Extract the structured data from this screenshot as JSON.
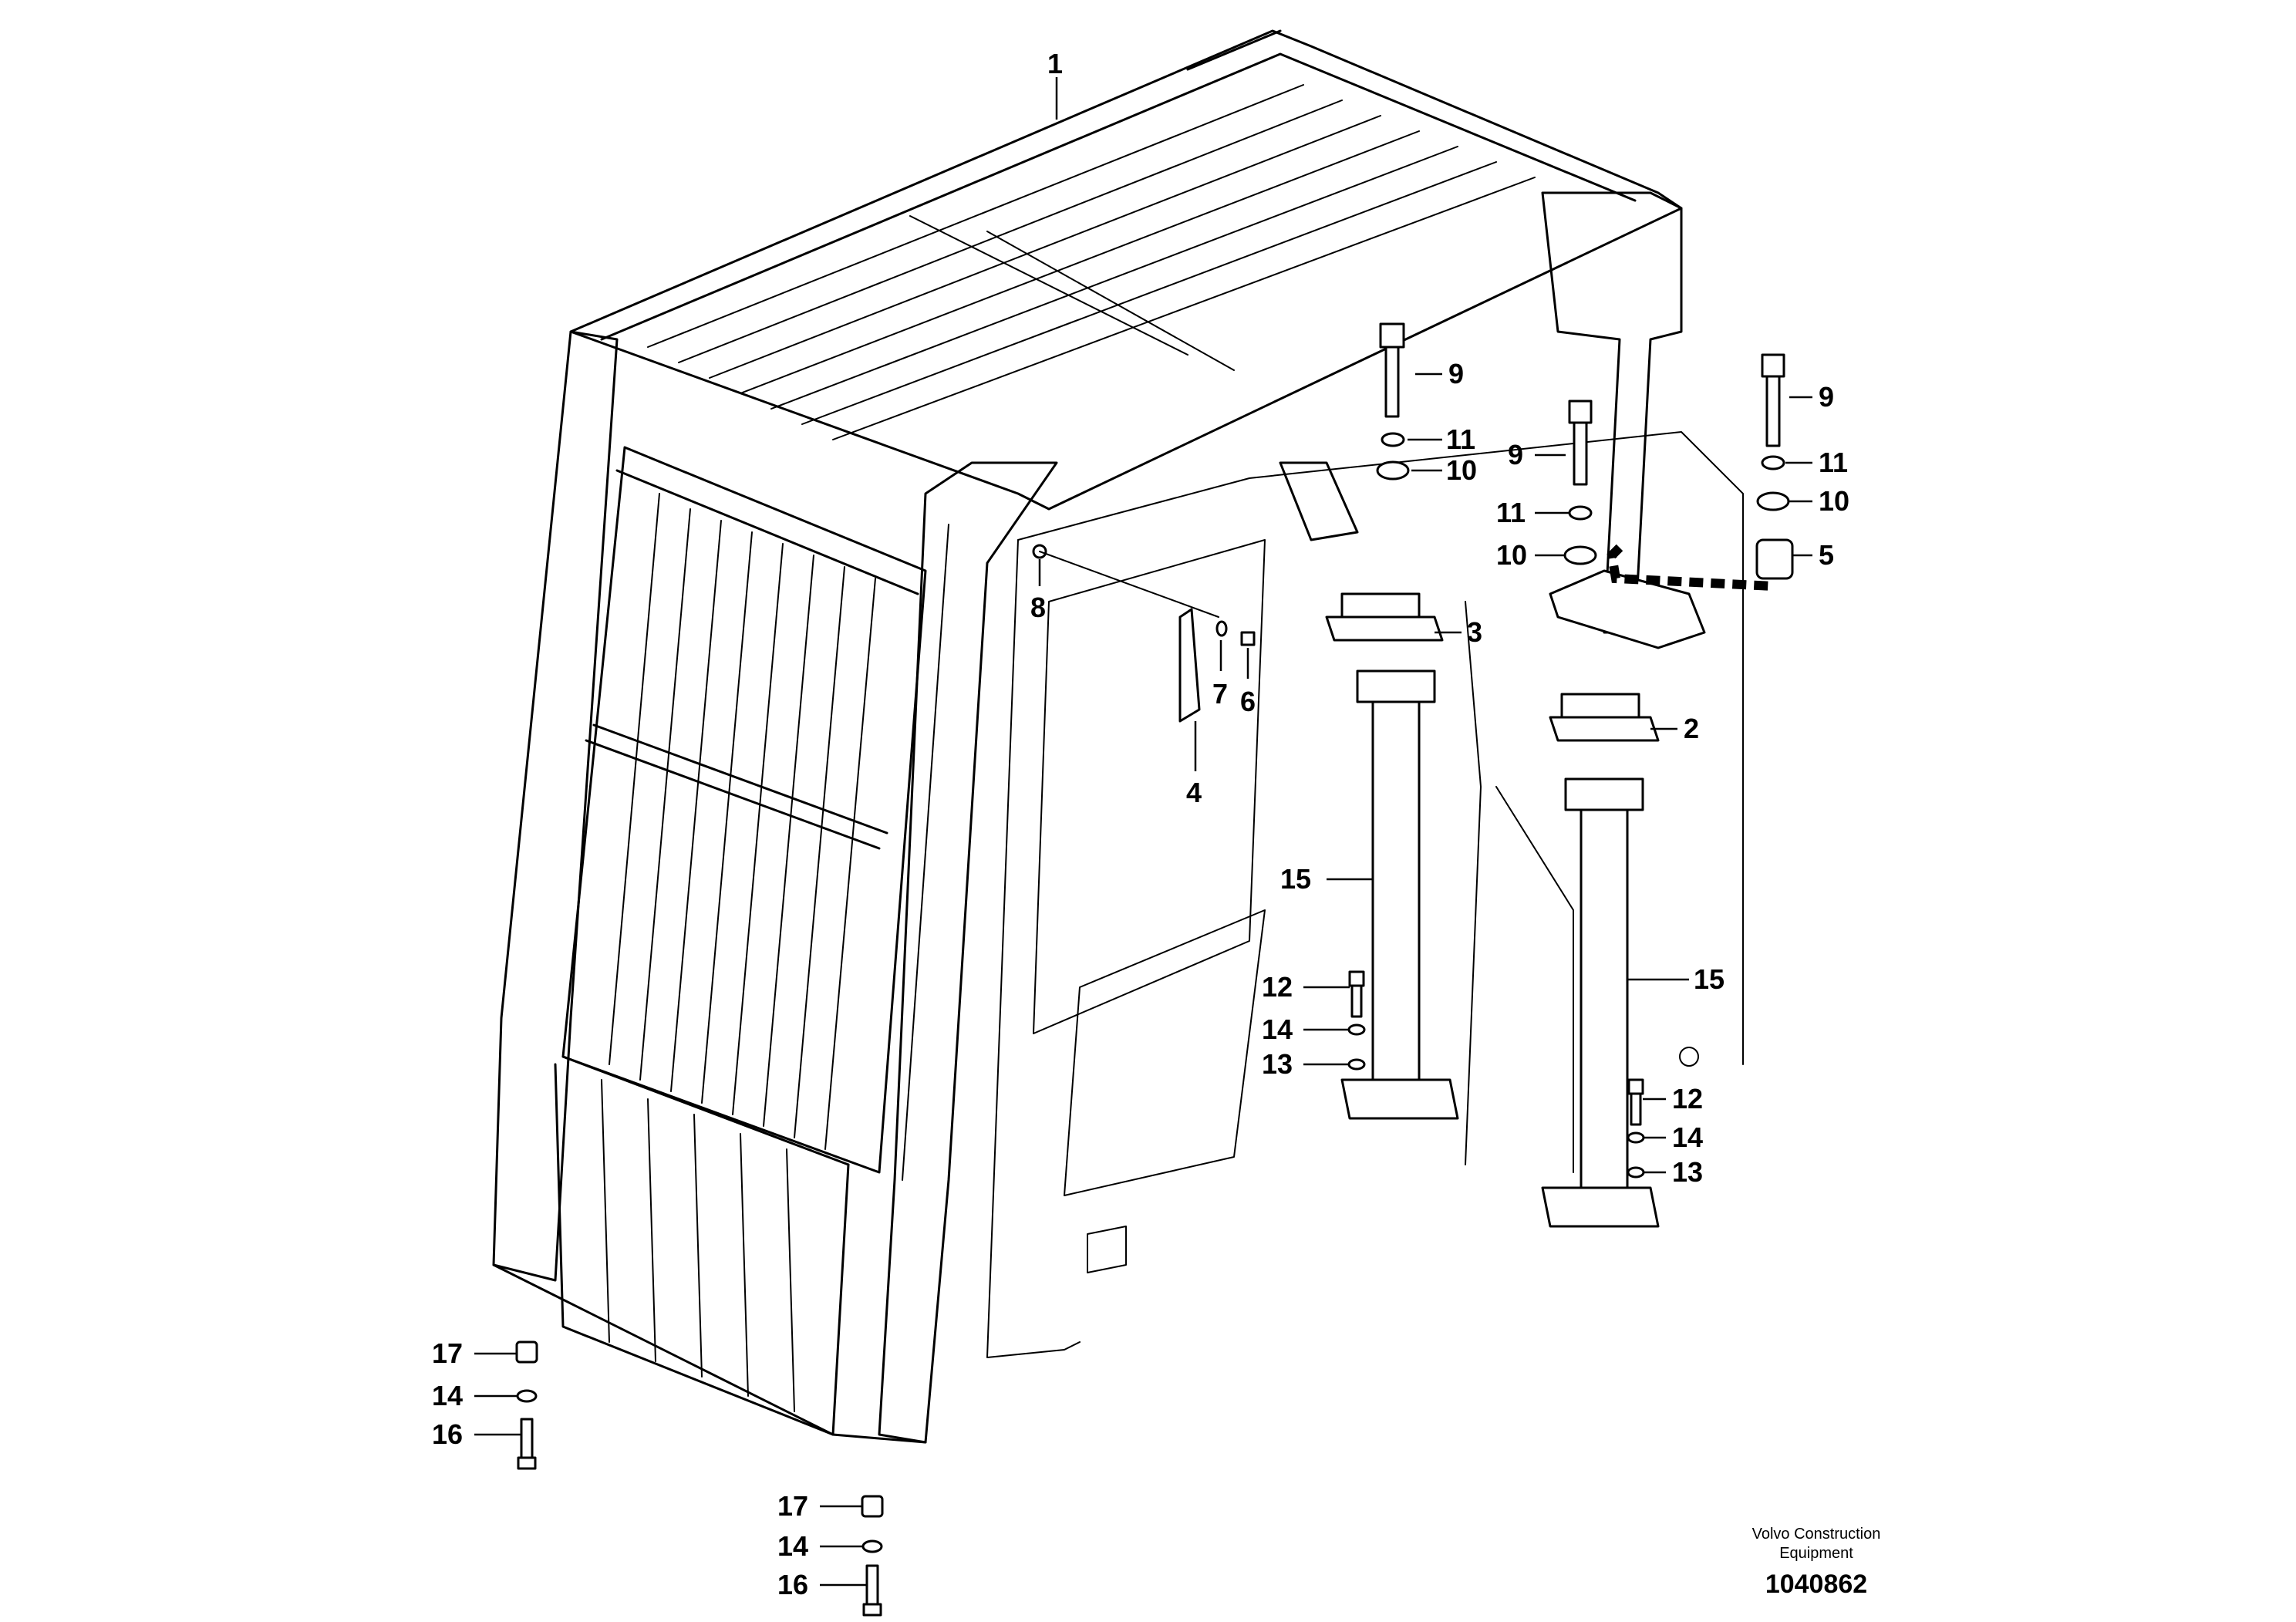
{
  "callouts": {
    "c1": "1",
    "c2": "2",
    "c3": "3",
    "c4": "4",
    "c5": "5",
    "c6": "6",
    "c7": "7",
    "c8": "8",
    "c9a": "9",
    "c9b": "9",
    "c9c": "9",
    "c10a": "10",
    "c10b": "10",
    "c10c": "10",
    "c11a": "11",
    "c11b": "11",
    "c11c": "11",
    "c12a": "12",
    "c12b": "12",
    "c13a": "13",
    "c13b": "13",
    "c14a": "14",
    "c14b": "14",
    "c14c": "14",
    "c14d": "14",
    "c15a": "15",
    "c15b": "15",
    "c16a": "16",
    "c16b": "16",
    "c17a": "17",
    "c17b": "17"
  },
  "footer": {
    "brand_line1": "Volvo Construction",
    "brand_line2": "Equipment",
    "doc_number": "1040862"
  }
}
